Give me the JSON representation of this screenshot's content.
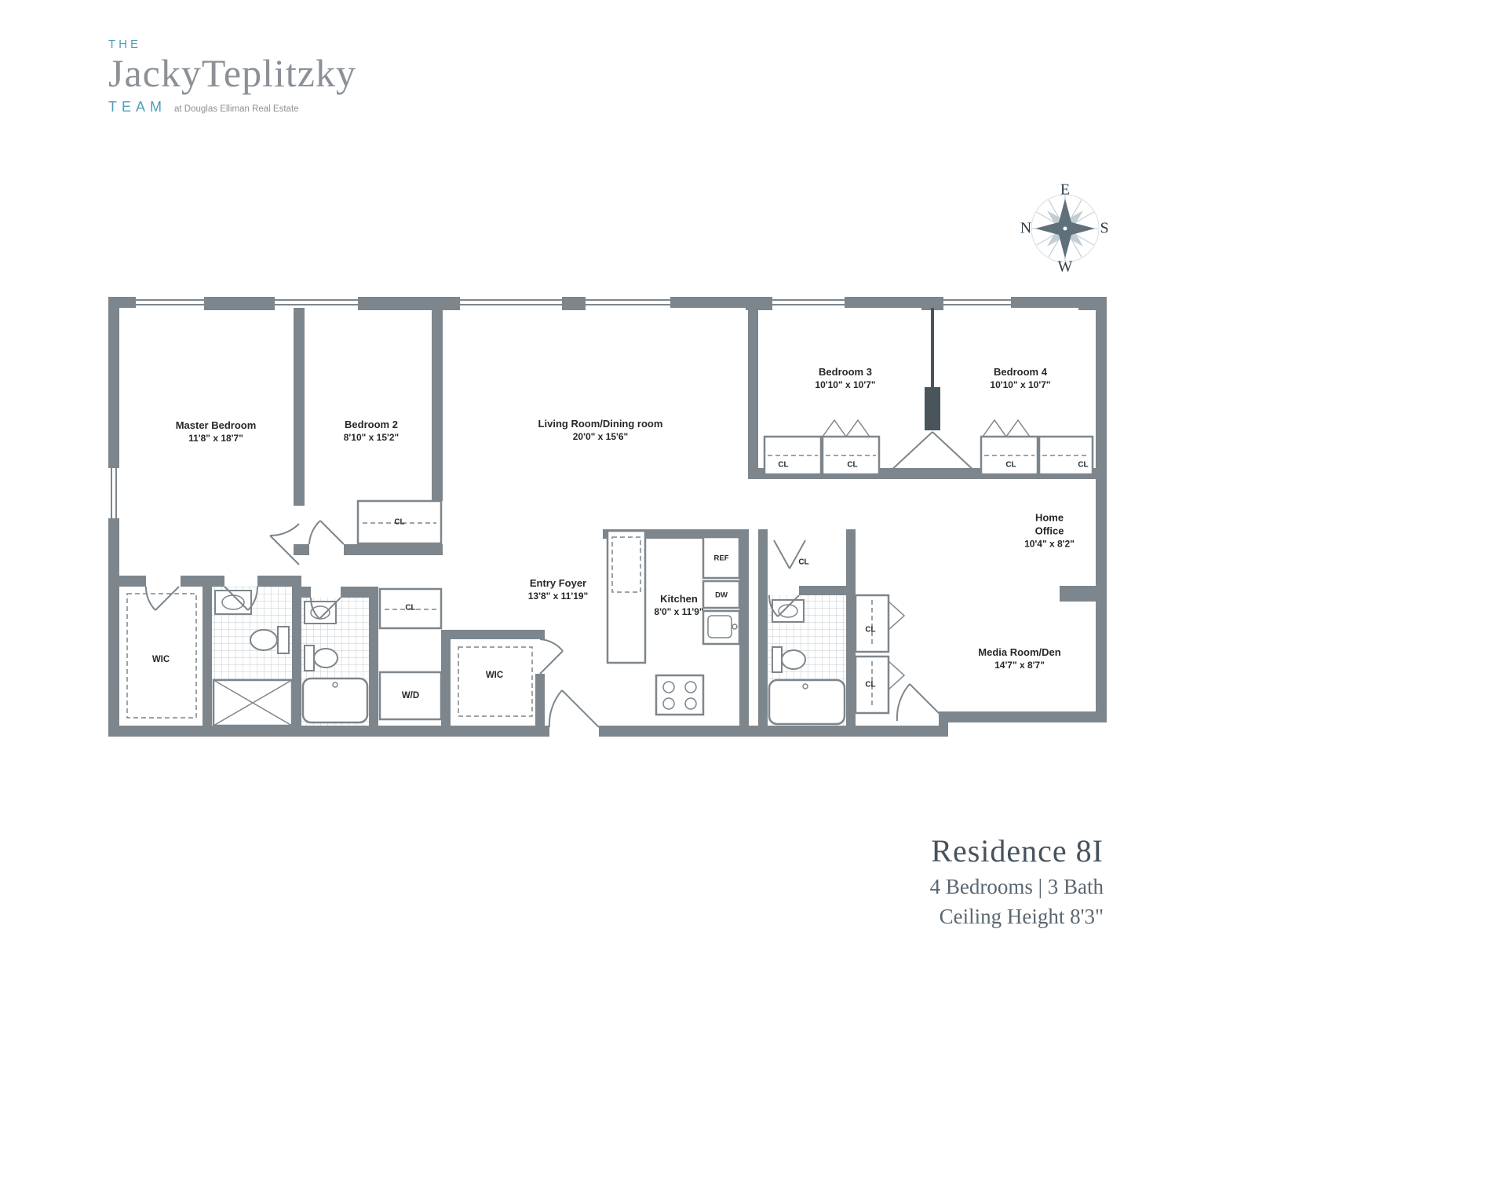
{
  "logo": {
    "the": "THE",
    "name": "JackyTeplitzky",
    "team": "TEAM",
    "tagline": "at Douglas Elliman Real Estate"
  },
  "compass": {
    "north": "N",
    "east": "E",
    "south": "S",
    "west": "W"
  },
  "rooms": {
    "master_bedroom": {
      "name": "Master Bedroom",
      "dims": "11'8\" x 18'7\""
    },
    "bedroom_2": {
      "name": "Bedroom 2",
      "dims": "8'10\" x 15'2\""
    },
    "living_dining": {
      "name": "Living Room/Dining room",
      "dims": "20'0\" x 15'6\""
    },
    "bedroom_3": {
      "name": "Bedroom 3",
      "dims": "10'10\" x 10'7\""
    },
    "bedroom_4": {
      "name": "Bedroom 4",
      "dims": "10'10\" x 10'7\""
    },
    "home_office": {
      "name": "Home Office",
      "dims": "10'4\" x 8'2\""
    },
    "media_room": {
      "name": "Media Room/Den",
      "dims": "14'7\" x 8'7\""
    },
    "entry_foyer": {
      "name": "Entry Foyer",
      "dims": "13'8\" x 11'19\""
    },
    "kitchen": {
      "name": "Kitchen",
      "dims": "8'0\" x 11'9\""
    },
    "walk_in_closet": "WIC",
    "closet": "CL",
    "washer_dryer": "W/D",
    "refrigerator": "REF",
    "dishwasher": "DW"
  },
  "residence": {
    "title": "Residence 8I",
    "bed_bath": "4 Bedrooms | 3 Bath",
    "ceiling": "Ceiling Height 8'3\""
  },
  "colors": {
    "brand_accent": "#4f9eba",
    "wall_gray": "#7d868c"
  }
}
